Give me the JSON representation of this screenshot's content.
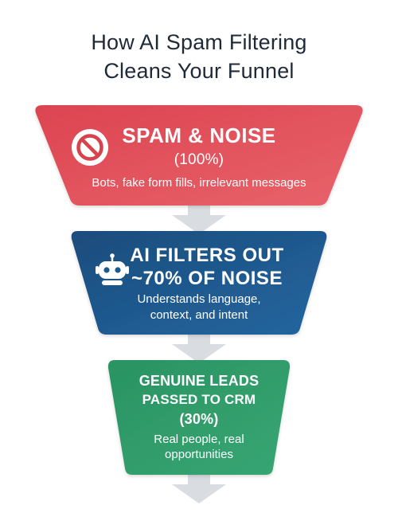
{
  "title": {
    "line1": "How AI Spam Filtering",
    "line2": "Cleans Your Funnel"
  },
  "stages": [
    {
      "heading": "SPAM & NOISE",
      "value": "(100%)",
      "description": "Bots, fake form fills, irrelevant messages",
      "icon": "prohibited-icon",
      "color_top": "#e04a55",
      "color_bottom": "#d53b46"
    },
    {
      "heading_line1": "AI FILTERS OUT",
      "heading_line2": "~70% OF NOISE",
      "description_line1": "Understands language,",
      "description_line2": "context, and intent",
      "icon": "robot-icon",
      "color_top": "#1d5d93",
      "color_bottom": "#1a4f7f"
    },
    {
      "heading_line1": "GENUINE LEADS",
      "heading_line2": "PASSED TO CRM",
      "value": "(30%)",
      "description_line1": "Real people, real",
      "description_line2": "opportunities",
      "color_top": "#2f9a67",
      "color_bottom": "#268a5b"
    }
  ],
  "arrow_color": "#d9dde2"
}
